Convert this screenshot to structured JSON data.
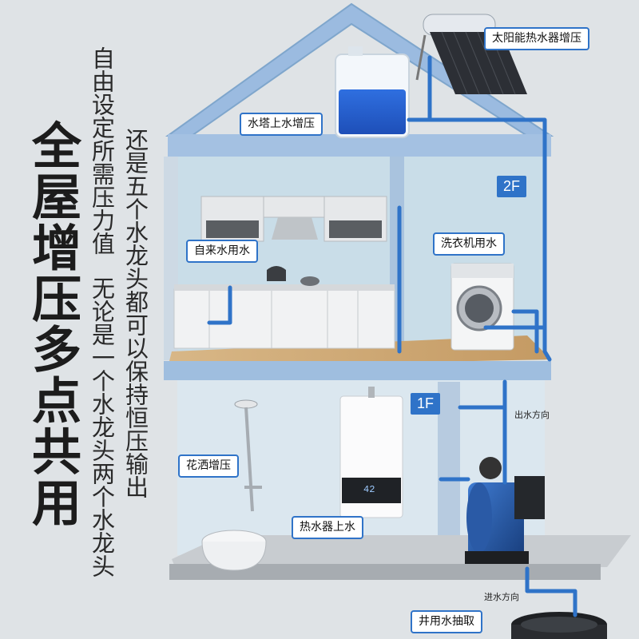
{
  "headline": {
    "col1": "全屋增压",
    "col2": "多点共用"
  },
  "description": {
    "col_a": "自由设定所需压力值",
    "col_b": "无论是一个水龙头两个水龙头",
    "col_c": "还是五个水龙头都可以保持恒压输出"
  },
  "labels": {
    "solar": "太阳能热水器增压",
    "tower": "水塔上水增压",
    "tap": "自来水用水",
    "washer": "洗衣机用水",
    "shower": "花洒增压",
    "heater": "热水器上水",
    "well": "井用水抽取"
  },
  "floors": {
    "second": "2F",
    "first": "1F"
  },
  "flow": {
    "outlet": "出水方向",
    "inlet": "进水方向"
  },
  "heater_display": "42",
  "colors": {
    "pipe": "#2f73c8",
    "house": "#7fa6cc",
    "pump": "#1e4a8c"
  }
}
